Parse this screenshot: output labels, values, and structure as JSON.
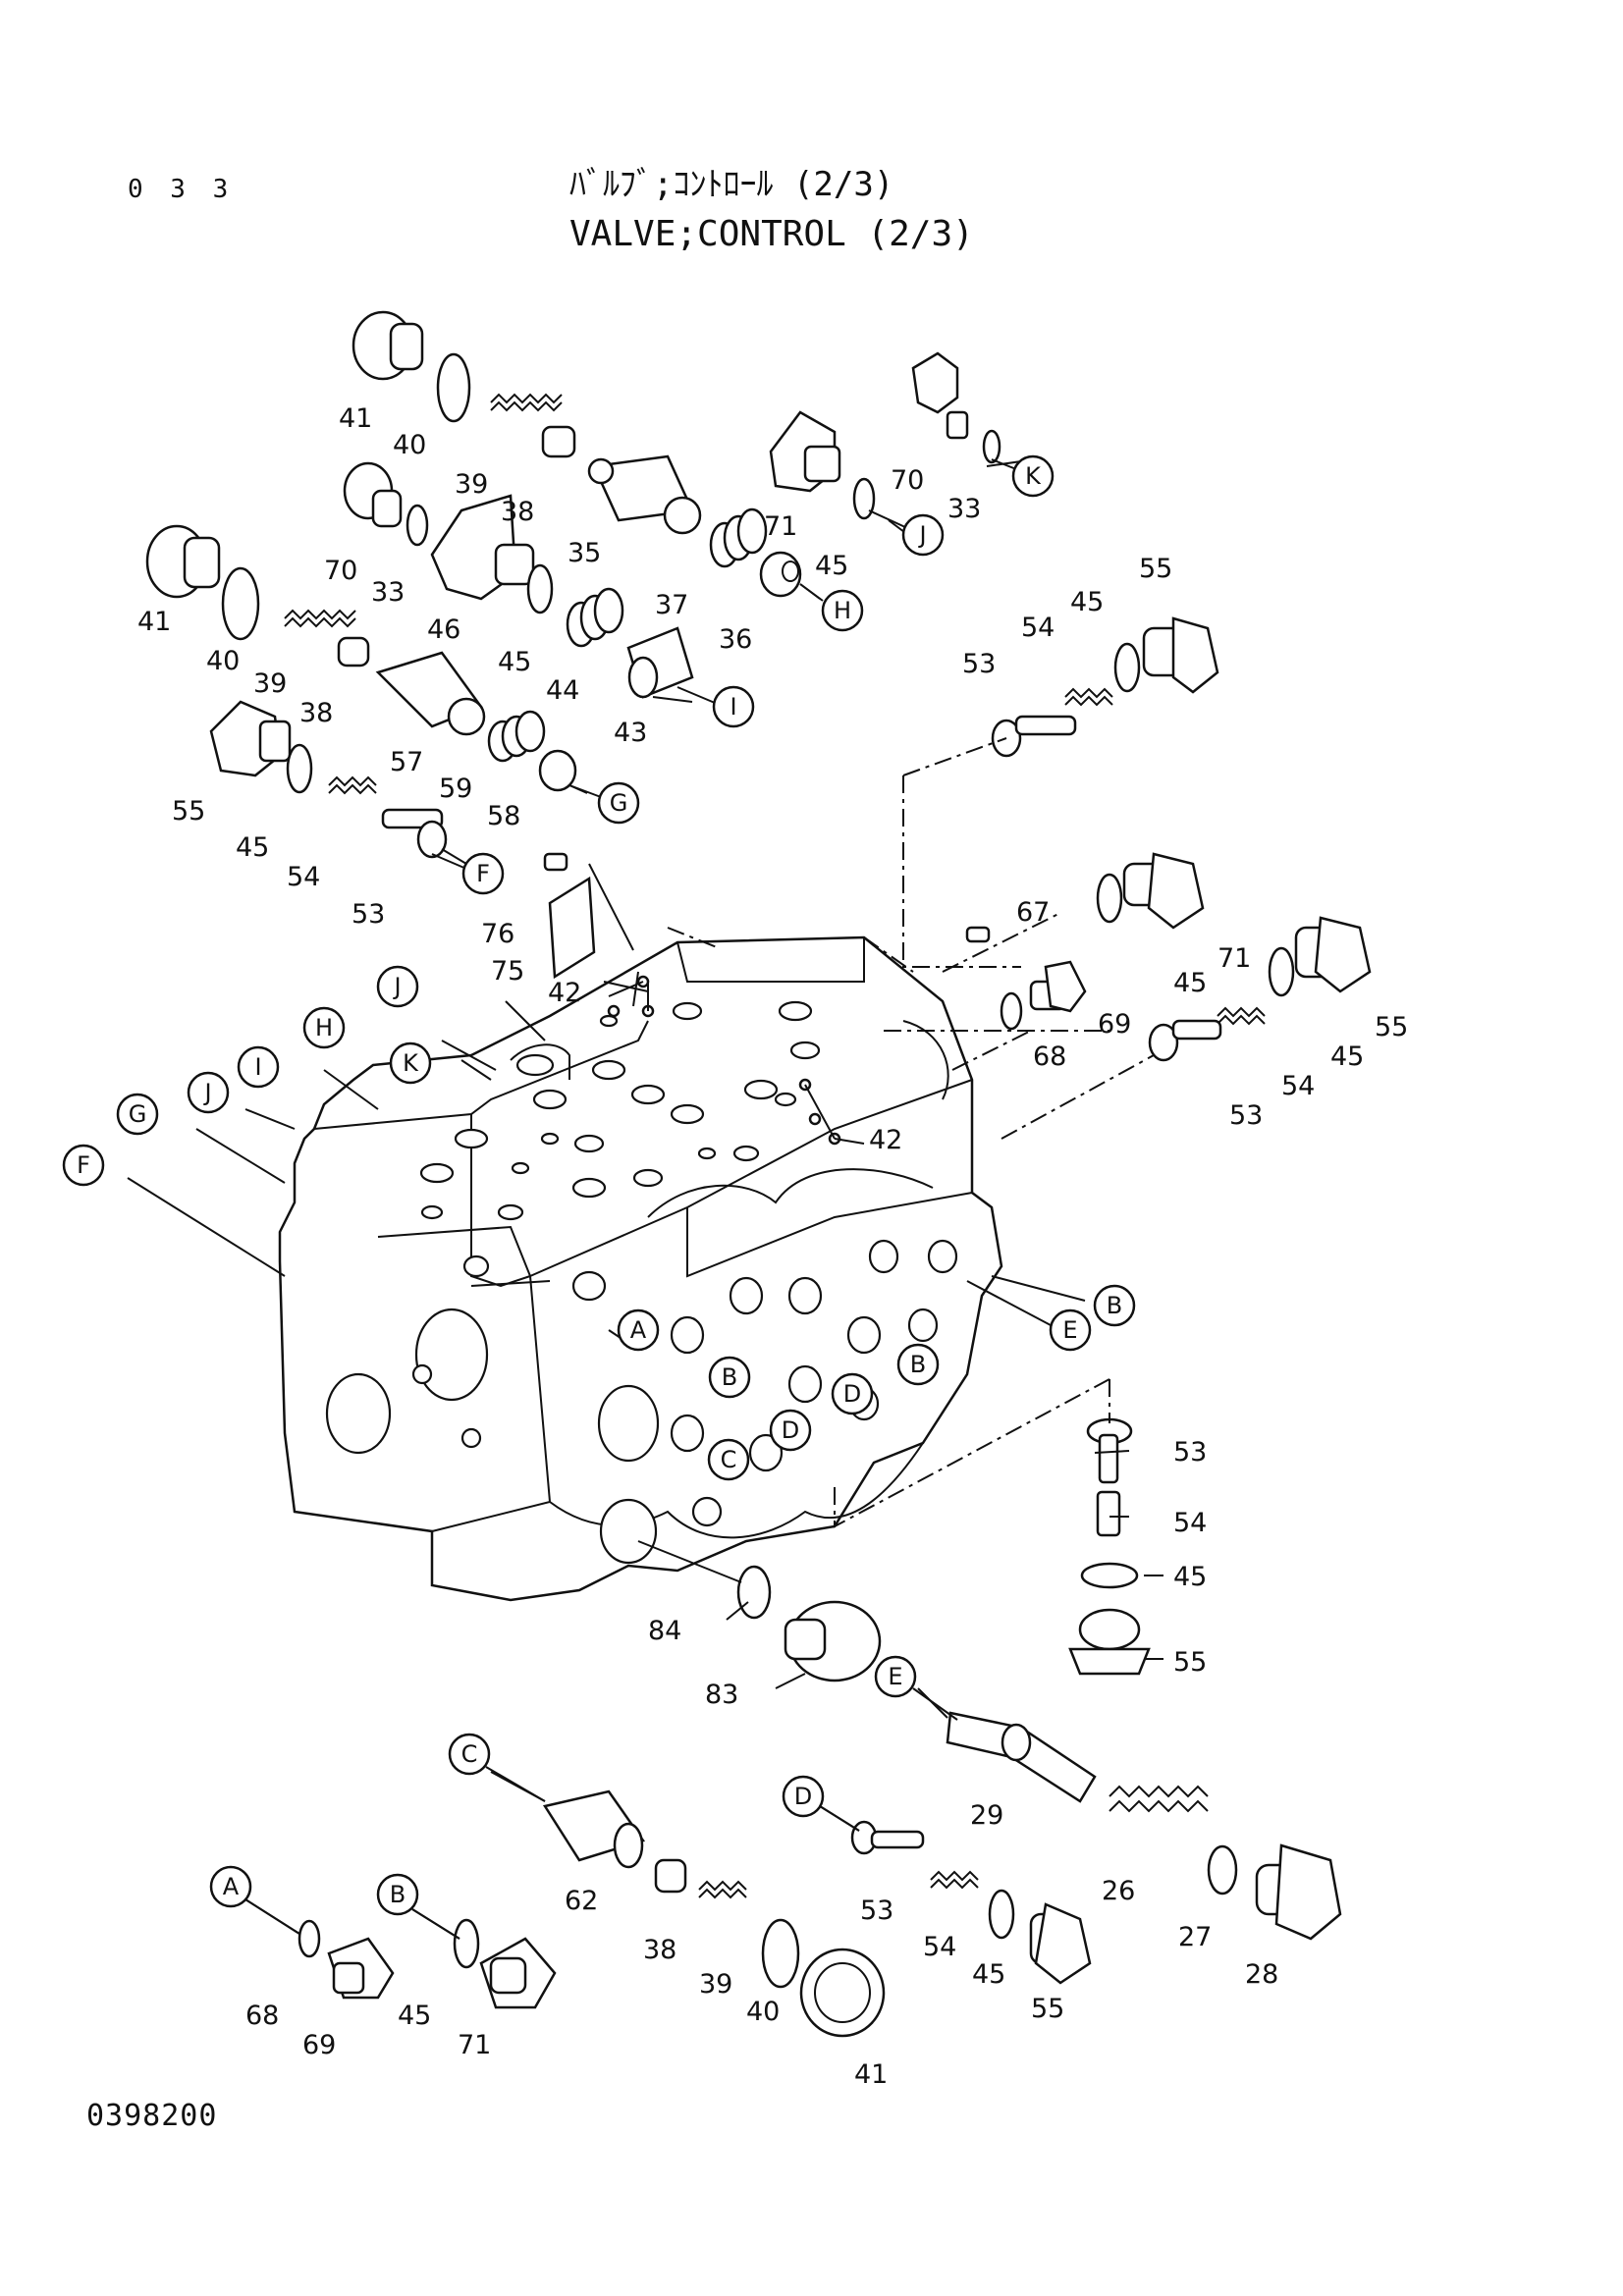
{
  "page_number": "0 3 3",
  "title_jp": "ﾊﾞﾙﾌﾞ;ｺﾝﾄﾛｰﾙ (2/3)",
  "title_en": "VALVE;CONTROL (2/3)",
  "drawing_number": "0398200",
  "part_labels": [
    {
      "id": "p41a",
      "text": "41"
    },
    {
      "id": "p40a",
      "text": "40"
    },
    {
      "id": "p39a",
      "text": "39"
    },
    {
      "id": "p38a",
      "text": "38"
    },
    {
      "id": "p35",
      "text": "35"
    },
    {
      "id": "p37",
      "text": "37"
    },
    {
      "id": "p36",
      "text": "36"
    },
    {
      "id": "p71a",
      "text": "71"
    },
    {
      "id": "p45a",
      "text": "45"
    },
    {
      "id": "p70a",
      "text": "70"
    },
    {
      "id": "p33a",
      "text": "33"
    },
    {
      "id": "p70b",
      "text": "70"
    },
    {
      "id": "p33b",
      "text": "33"
    },
    {
      "id": "p46",
      "text": "46"
    },
    {
      "id": "p45b",
      "text": "45"
    },
    {
      "id": "p44",
      "text": "44"
    },
    {
      "id": "p43",
      "text": "43"
    },
    {
      "id": "p41b",
      "text": "41"
    },
    {
      "id": "p40b",
      "text": "40"
    },
    {
      "id": "p39b",
      "text": "39"
    },
    {
      "id": "p38b",
      "text": "38"
    },
    {
      "id": "p57",
      "text": "57"
    },
    {
      "id": "p59",
      "text": "59"
    },
    {
      "id": "p58",
      "text": "58"
    },
    {
      "id": "p55a",
      "text": "55"
    },
    {
      "id": "p45c",
      "text": "45"
    },
    {
      "id": "p54a",
      "text": "54"
    },
    {
      "id": "p53a",
      "text": "53"
    },
    {
      "id": "p76",
      "text": "76"
    },
    {
      "id": "p75",
      "text": "75"
    },
    {
      "id": "p42a",
      "text": "42"
    },
    {
      "id": "p53b",
      "text": "53"
    },
    {
      "id": "p54b",
      "text": "54"
    },
    {
      "id": "p45d",
      "text": "45"
    },
    {
      "id": "p55b",
      "text": "55"
    },
    {
      "id": "p67",
      "text": "67"
    },
    {
      "id": "p45e",
      "text": "45"
    },
    {
      "id": "p71b",
      "text": "71"
    },
    {
      "id": "p69a",
      "text": "69"
    },
    {
      "id": "p68a",
      "text": "68"
    },
    {
      "id": "p55c",
      "text": "55"
    },
    {
      "id": "p45f",
      "text": "45"
    },
    {
      "id": "p54c",
      "text": "54"
    },
    {
      "id": "p53c",
      "text": "53"
    },
    {
      "id": "p42b",
      "text": "42"
    },
    {
      "id": "p53d",
      "text": "53"
    },
    {
      "id": "p54d",
      "text": "54"
    },
    {
      "id": "p45g",
      "text": "45"
    },
    {
      "id": "p55d",
      "text": "55"
    },
    {
      "id": "p84",
      "text": "84"
    },
    {
      "id": "p83",
      "text": "83"
    },
    {
      "id": "p29",
      "text": "29"
    },
    {
      "id": "p26",
      "text": "26"
    },
    {
      "id": "p27",
      "text": "27"
    },
    {
      "id": "p28",
      "text": "28"
    },
    {
      "id": "p62",
      "text": "62"
    },
    {
      "id": "p38c",
      "text": "38"
    },
    {
      "id": "p39c",
      "text": "39"
    },
    {
      "id": "p40c",
      "text": "40"
    },
    {
      "id": "p41c",
      "text": "41"
    },
    {
      "id": "p53e",
      "text": "53"
    },
    {
      "id": "p54e",
      "text": "54"
    },
    {
      "id": "p45h",
      "text": "45"
    },
    {
      "id": "p55e",
      "text": "55"
    },
    {
      "id": "p68b",
      "text": "68"
    },
    {
      "id": "p69b",
      "text": "69"
    },
    {
      "id": "p45i",
      "text": "45"
    },
    {
      "id": "p71c",
      "text": "71"
    }
  ],
  "callouts": [
    {
      "id": "cK1",
      "text": "K"
    },
    {
      "id": "cJ1",
      "text": "J"
    },
    {
      "id": "cH1",
      "text": "H"
    },
    {
      "id": "cI1",
      "text": "I"
    },
    {
      "id": "cG1",
      "text": "G"
    },
    {
      "id": "cF1",
      "text": "F"
    },
    {
      "id": "cJ2",
      "text": "J"
    },
    {
      "id": "cH2",
      "text": "H"
    },
    {
      "id": "cI2",
      "text": "I"
    },
    {
      "id": "cK2",
      "text": "K"
    },
    {
      "id": "cJ3",
      "text": "J"
    },
    {
      "id": "cG2",
      "text": "G"
    },
    {
      "id": "cF2",
      "text": "F"
    },
    {
      "id": "cA1",
      "text": "A"
    },
    {
      "id": "cB1",
      "text": "B"
    },
    {
      "id": "cE1",
      "text": "E"
    },
    {
      "id": "cB2",
      "text": "B"
    },
    {
      "id": "cB3",
      "text": "B"
    },
    {
      "id": "cD1",
      "text": "D"
    },
    {
      "id": "cD2",
      "text": "D"
    },
    {
      "id": "cC1",
      "text": "C"
    },
    {
      "id": "cE2",
      "text": "E"
    },
    {
      "id": "cC2",
      "text": "C"
    },
    {
      "id": "cD3",
      "text": "D"
    },
    {
      "id": "cA2",
      "text": "A"
    },
    {
      "id": "cB4",
      "text": "B"
    }
  ]
}
